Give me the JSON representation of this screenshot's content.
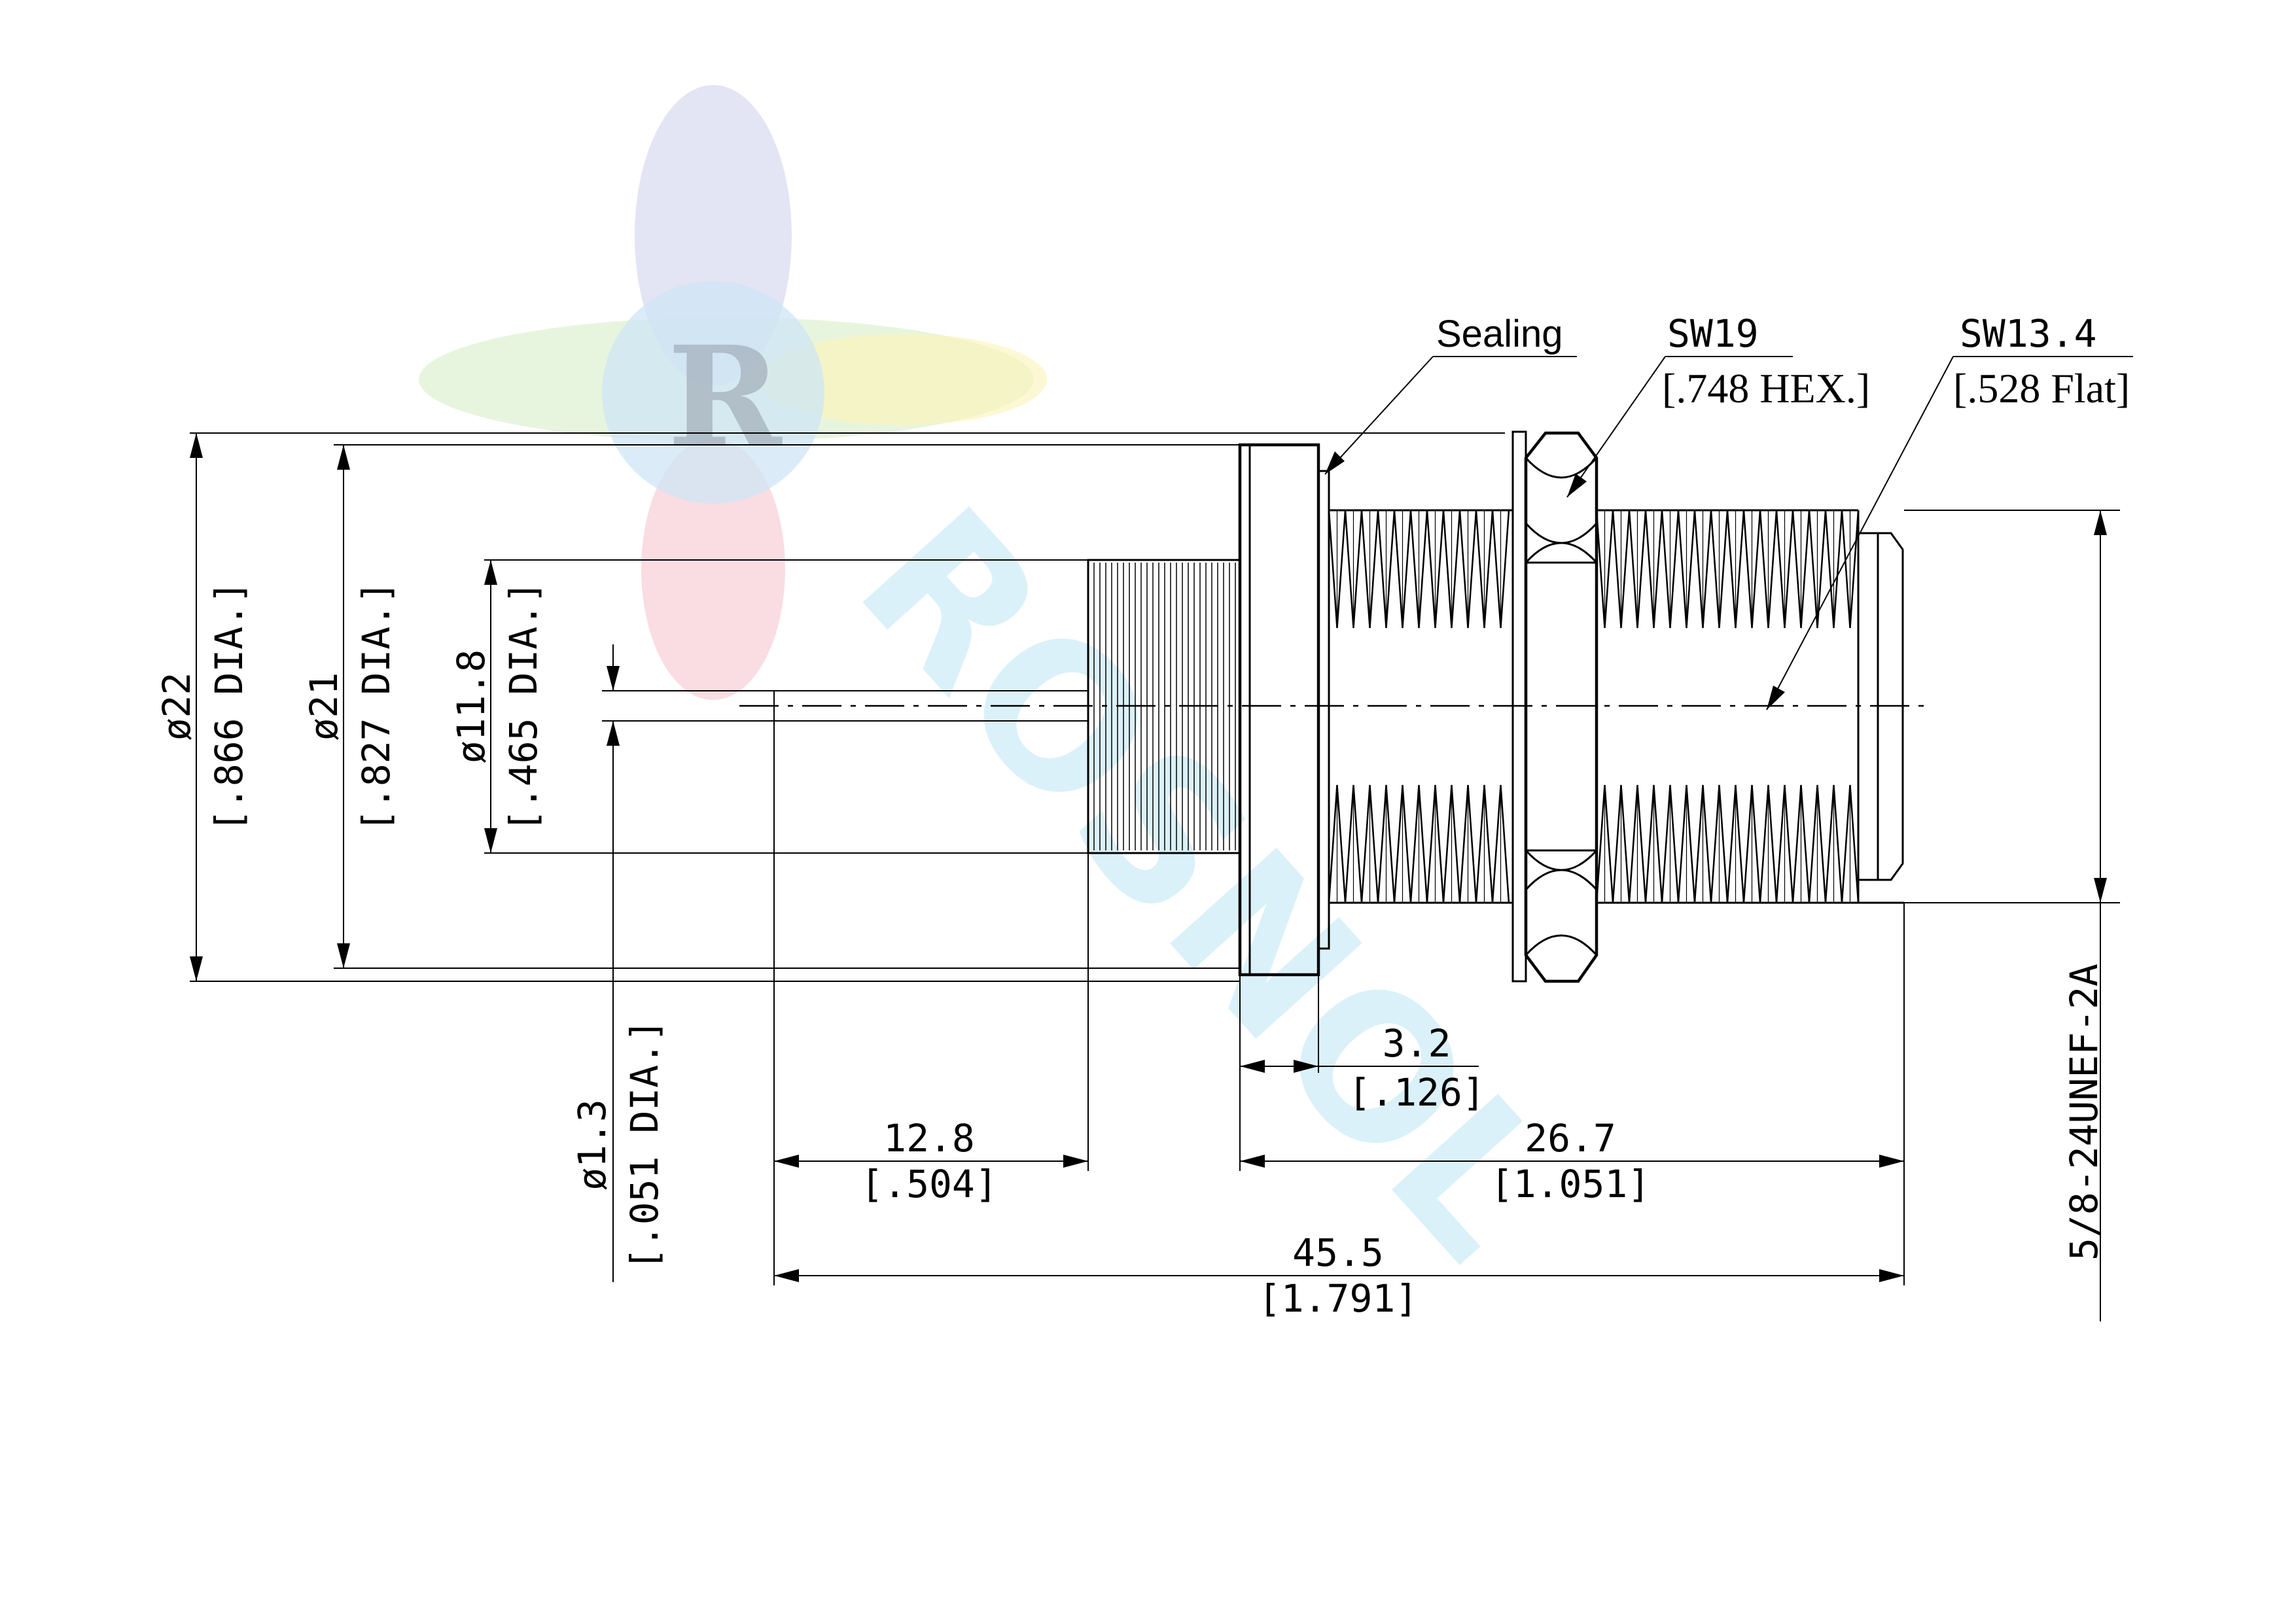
{
  "watermark": {
    "text": "ROSNOL",
    "logo_letter": "R"
  },
  "callouts": {
    "sealing": "Sealing",
    "sw19": "SW19",
    "sw19_in": "[.748 HEX.]",
    "sw134": "SW13.4",
    "sw134_in": "[.528 Flat]"
  },
  "dimensions": {
    "d22": "ø22",
    "d22_in": "[.866 DIA.]",
    "d21": "ø21",
    "d21_in": "[.827 DIA.]",
    "d118": "ø11.8",
    "d118_in": "[.465 DIA.]",
    "d13": "ø1.3",
    "d13_in": "[.051 DIA.]",
    "len32": "3.2",
    "len32_in": "[.126]",
    "len128": "12.8",
    "len128_in": "[.504]",
    "len267": "26.7",
    "len267_in": "[1.051]",
    "len455": "45.5",
    "len455_in": "[1.791]",
    "thread": "5/8-24UNEF-2A"
  }
}
